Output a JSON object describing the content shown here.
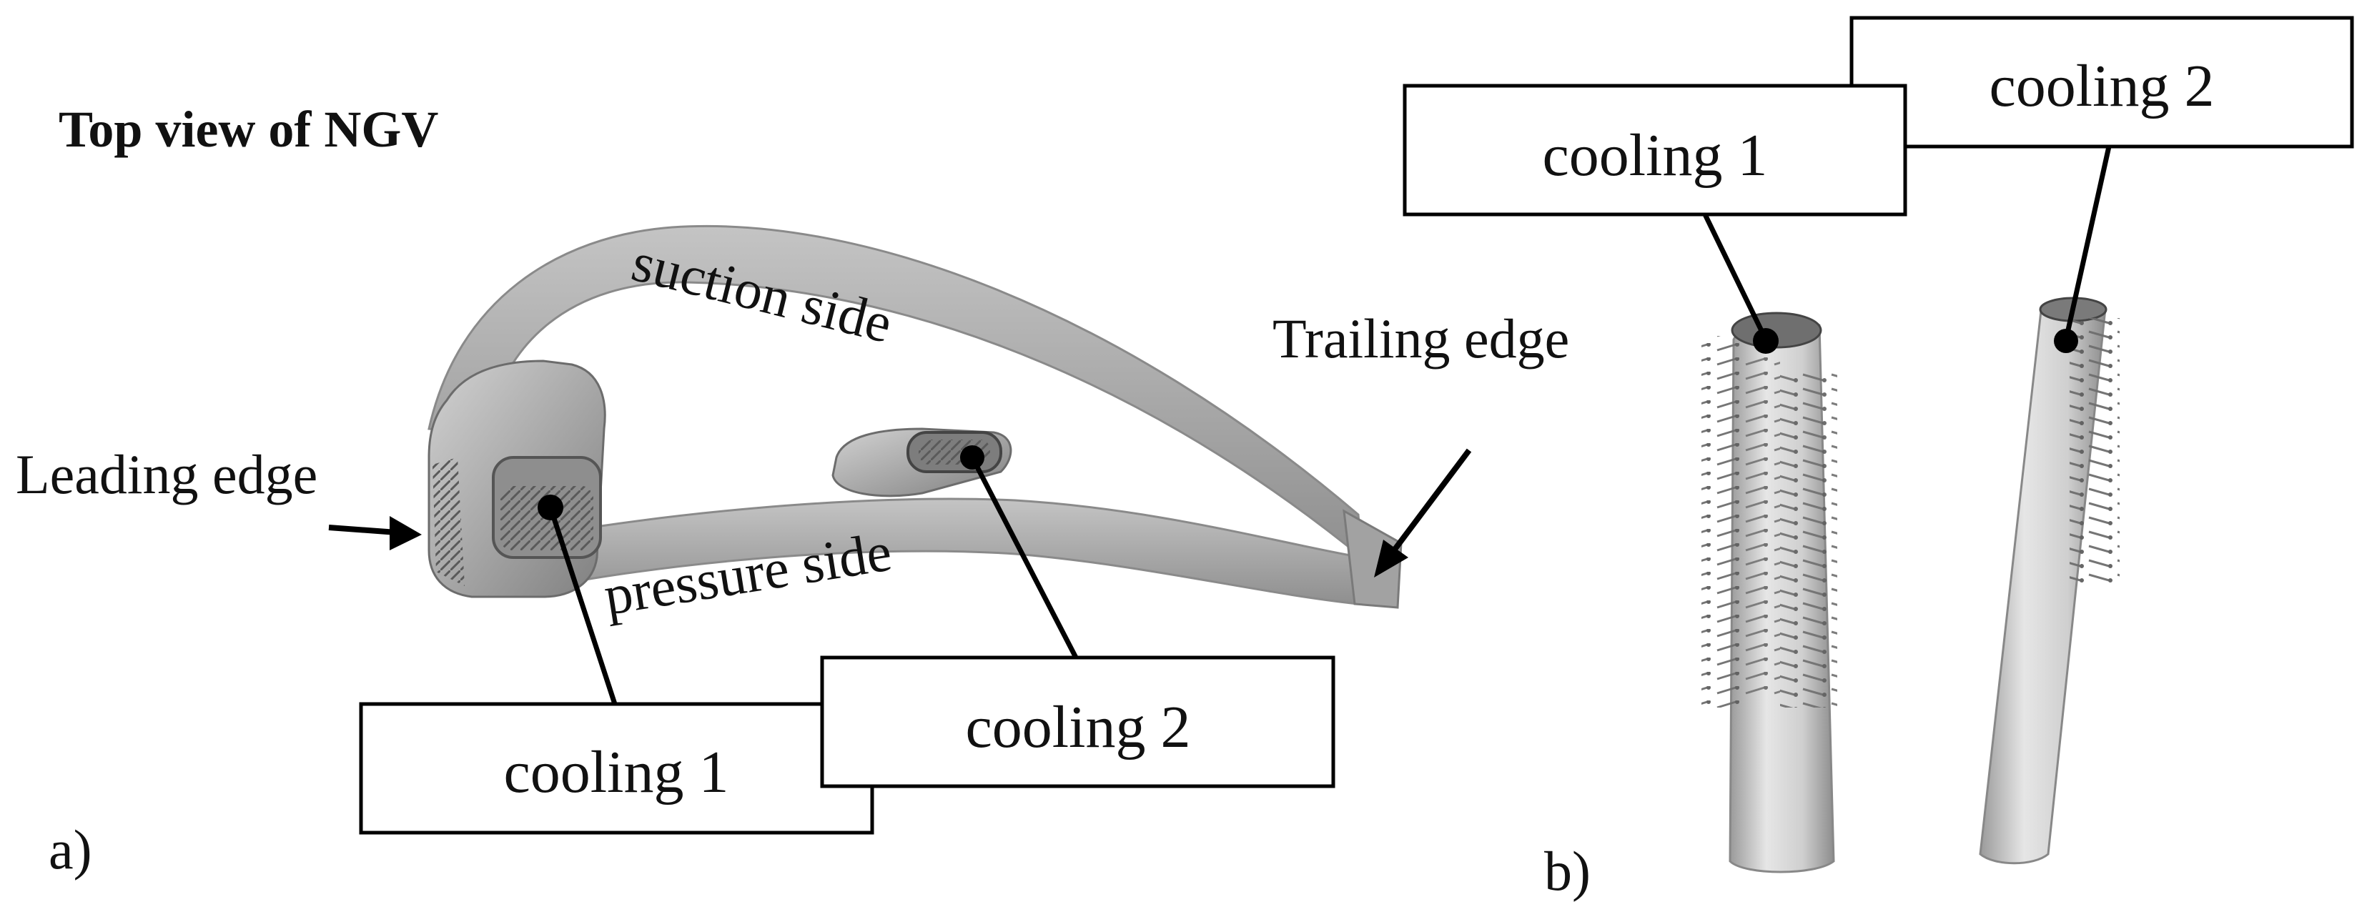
{
  "panel_a": {
    "title": "Top view of NGV",
    "suction_side": "suction side",
    "pressure_side": "pressure side",
    "leading_edge": "Leading edge",
    "trailing_edge": "Trailing edge",
    "cooling_1": "cooling 1",
    "cooling_2": "cooling 2",
    "panel_label": "a)"
  },
  "panel_b": {
    "cooling_1": "cooling 1",
    "cooling_2": "cooling 2",
    "panel_label": "b)"
  },
  "colors": {
    "vane_gray": "#a9a9a9",
    "pin_gray": "#8c8c8c",
    "line": "#000000",
    "background": "#ffffff"
  }
}
